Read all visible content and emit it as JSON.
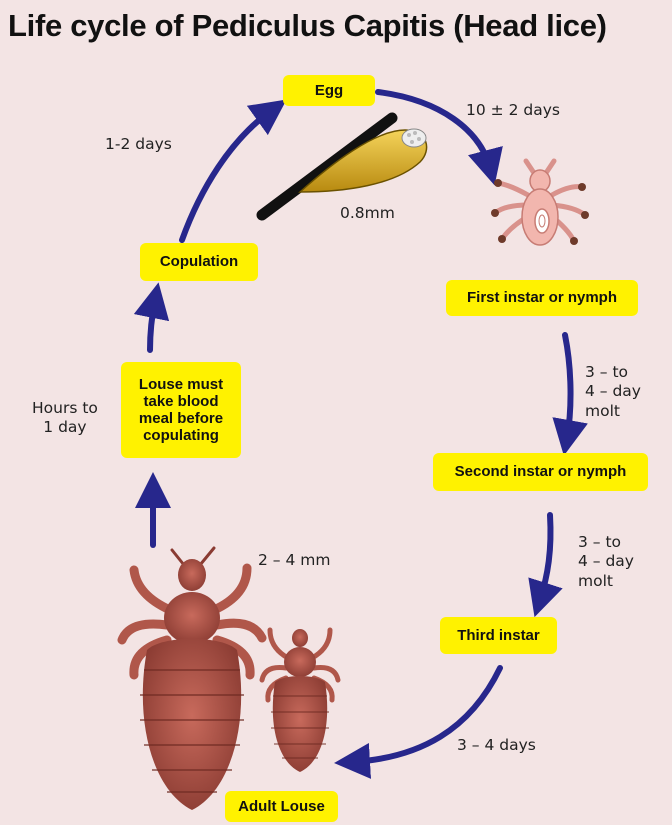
{
  "title": "Life cycle of Pediculus Capitis (Head lice)",
  "stages": {
    "egg": "Egg",
    "first_instar": "First instar or nymph",
    "second_instar": "Second instar or nymph",
    "third_instar": "Third instar",
    "adult": "Adult Louse",
    "copulation": "Copulation",
    "blood_meal": "Louse must take blood meal before copulating"
  },
  "durations": {
    "egg_to_first": "10 ± 2 days",
    "first_to_second": [
      "3 – to",
      "4 – day",
      "molt"
    ],
    "second_to_third": [
      "3 – to",
      "4 – day",
      "molt"
    ],
    "third_to_adult": "3 – 4 days",
    "adult_to_blood": [
      "Hours to",
      "1 day"
    ],
    "copulation_to_egg": "1-2 days"
  },
  "sizes": {
    "egg_size": "0.8mm",
    "adult_size": "2 – 4 mm"
  },
  "colors": {
    "background": "#f3e4e4",
    "stage_box": "#fff200",
    "arrow": "#27278c",
    "louse": "#b0574a"
  }
}
